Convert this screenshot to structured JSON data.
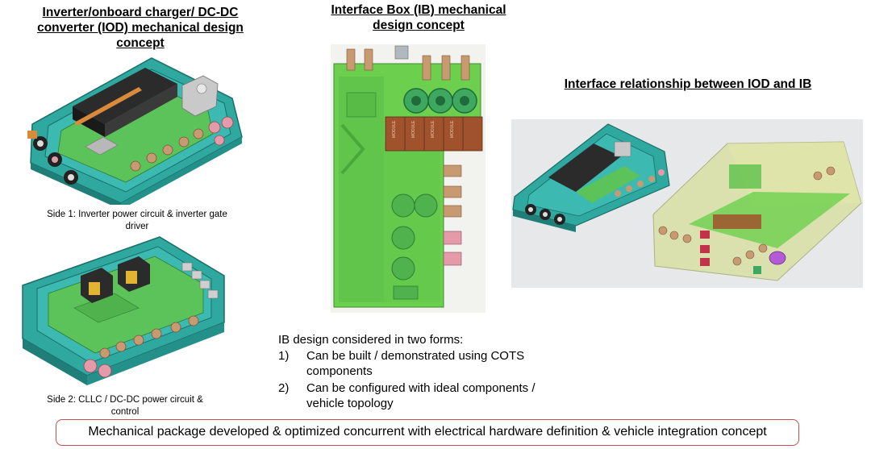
{
  "iod": {
    "title_lines": [
      "Inverter/onboard charger/ DC-DC",
      "converter (IOD) mechanical design",
      "concept"
    ],
    "side1_caption_lines": [
      "Side 1:  Inverter power circuit & inverter gate",
      "driver"
    ],
    "side2_caption_lines": [
      "Side 2: CLLC / DC-DC power circuit &",
      "control"
    ]
  },
  "ib": {
    "title_lines": [
      "Interface Box (IB) mechanical",
      "design concept"
    ],
    "relay_label": "MODULE"
  },
  "relationship": {
    "title": "Interface relationship between IOD and IB"
  },
  "notes": {
    "heading": "IB design considered in two forms:",
    "items": [
      {
        "num": "1)",
        "lines": [
          "Can be built / demonstrated using COTS",
          "components"
        ]
      },
      {
        "num": "2)",
        "lines": [
          "Can be configured with ideal components /",
          "vehicle topology"
        ]
      }
    ]
  },
  "banner": {
    "text": "Mechanical package developed & optimized concurrent with electrical hardware definition & vehicle integration concept"
  },
  "colors": {
    "housing_teal": "#2fa8a0",
    "housing_dark": "#1f7f78",
    "pcb_green": "#5cc25a",
    "ib_board_green": "#6dcf4e",
    "relay_brown": "#a0522d",
    "banner_border": "#c0504d",
    "connector_tan": "#c89a72",
    "connector_pink": "#e49aa8"
  }
}
